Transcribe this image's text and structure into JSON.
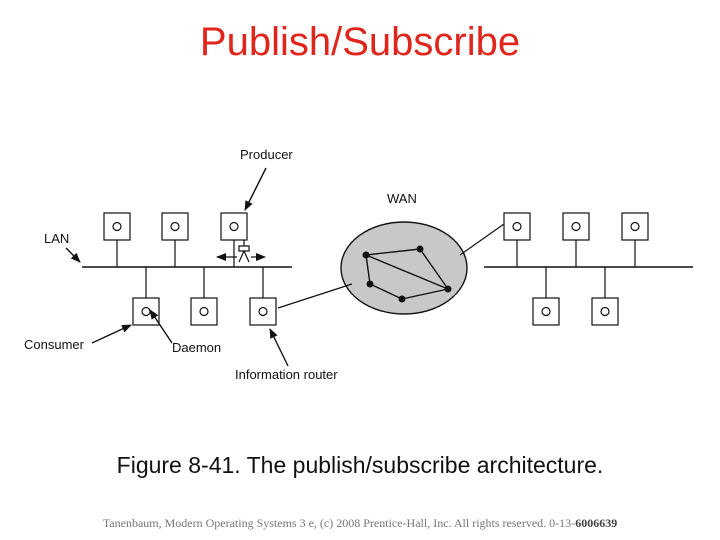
{
  "slide": {
    "title": "Publish/Subscribe",
    "caption": "Figure 8-41. The publish/subscribe architecture.",
    "footer_text": "Tanenbaum, Modern Operating Systems 3 e, (c) 2008 Prentice-Hall, Inc. All rights reserved. 0-13-",
    "footer_isbn": "6006639"
  },
  "diagram": {
    "labels": {
      "producer": "Producer",
      "wan": "WAN",
      "lan": "LAN",
      "consumer": "Consumer",
      "daemon": "Daemon",
      "information_router": "Information router"
    },
    "colors": {
      "wan_fill": "#c8c8c8",
      "line": "#111111"
    }
  }
}
